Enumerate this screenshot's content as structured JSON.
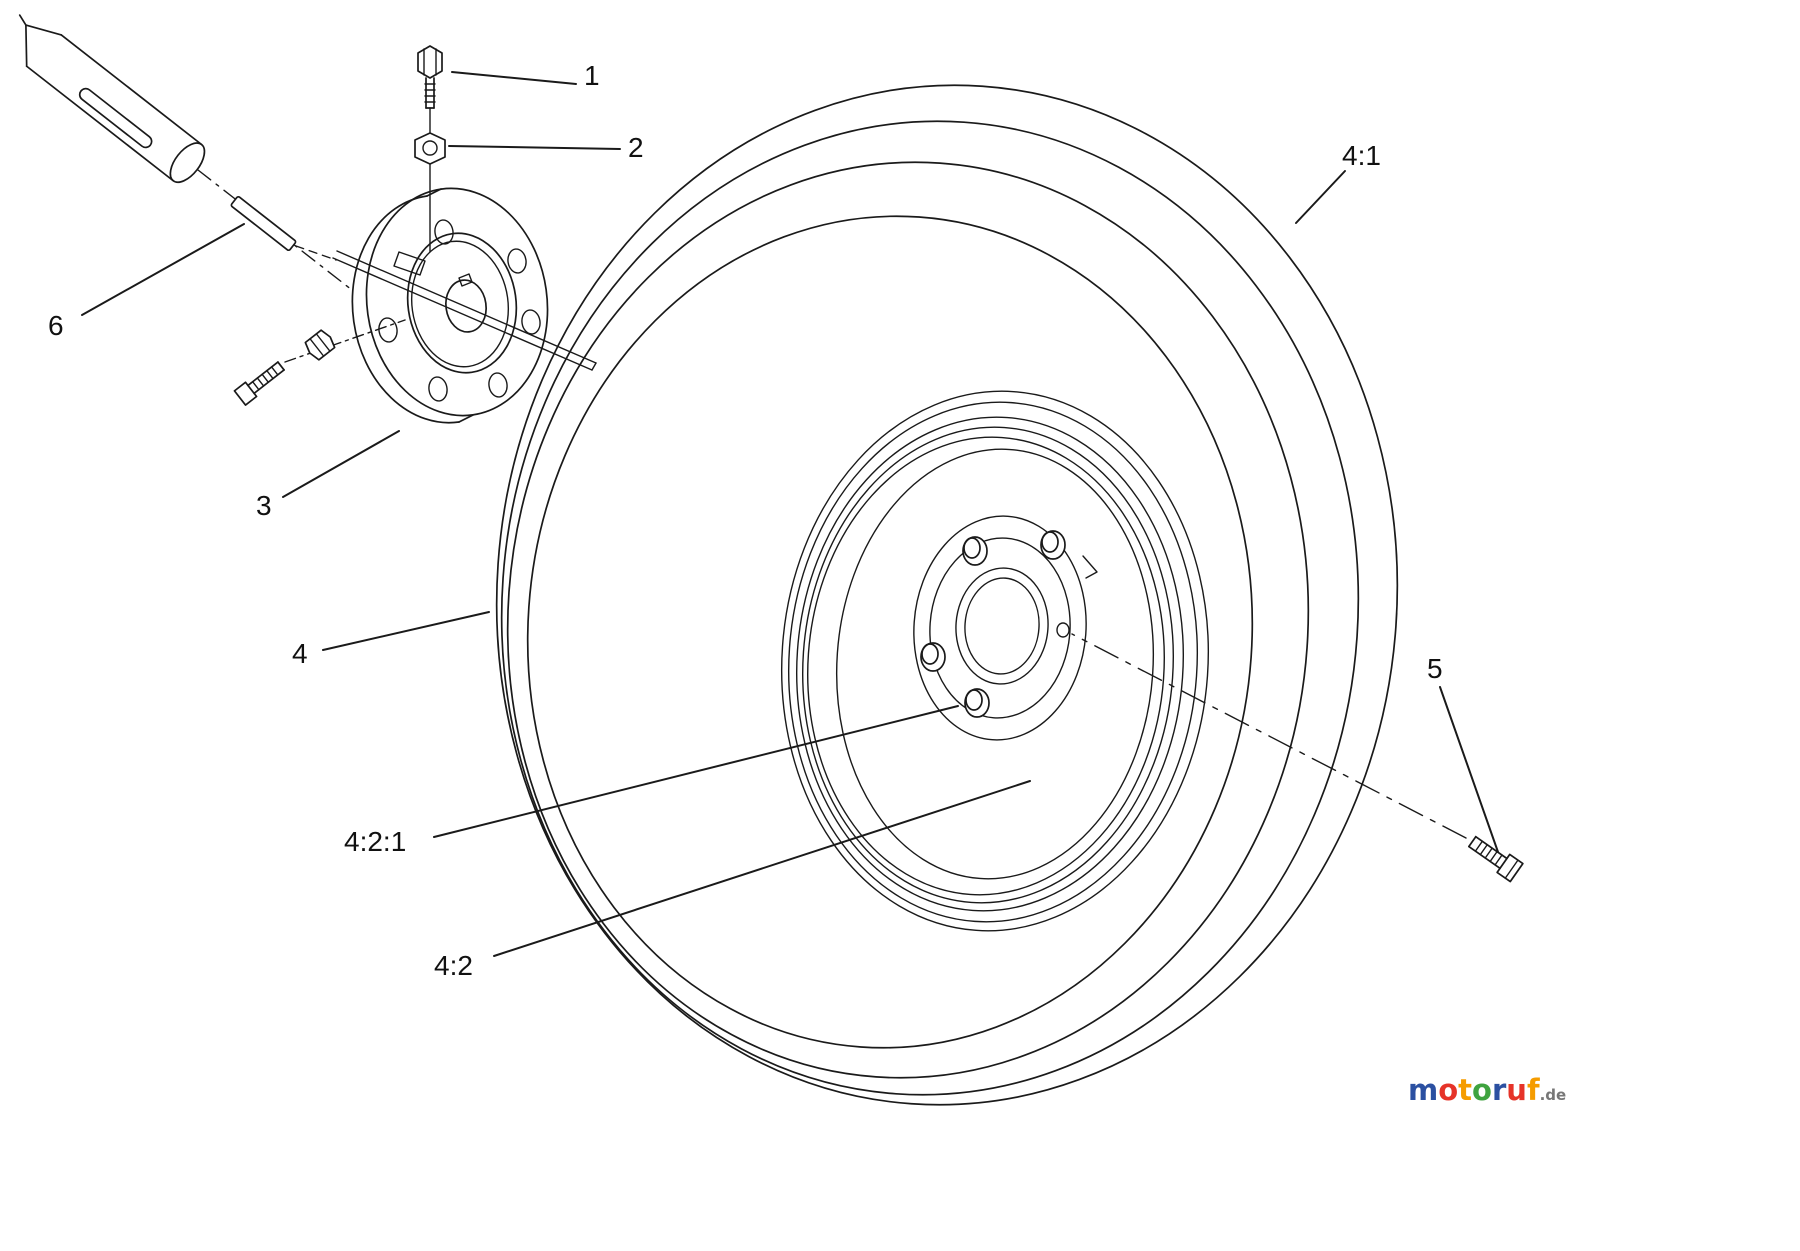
{
  "drawing": {
    "stroke_color": "#1a1a1a",
    "label_color": "#111111"
  },
  "callouts": {
    "c1": "1",
    "c2": "2",
    "c3": "3",
    "c4": "4",
    "c41": "4:1",
    "c42": "4:2",
    "c421": "4:2:1",
    "c5": "5",
    "c6": "6"
  },
  "logo": {
    "letters": [
      {
        "ch": "m",
        "color": "#2b50a1"
      },
      {
        "ch": "o",
        "color": "#e63329"
      },
      {
        "ch": "t",
        "color": "#f59c00"
      },
      {
        "ch": "o",
        "color": "#3fa33f"
      },
      {
        "ch": "r",
        "color": "#2b50a1"
      },
      {
        "ch": "u",
        "color": "#e63329"
      },
      {
        "ch": "f",
        "color": "#f59c00"
      }
    ],
    "suffix": ".de",
    "suffix_color": "#777777"
  }
}
